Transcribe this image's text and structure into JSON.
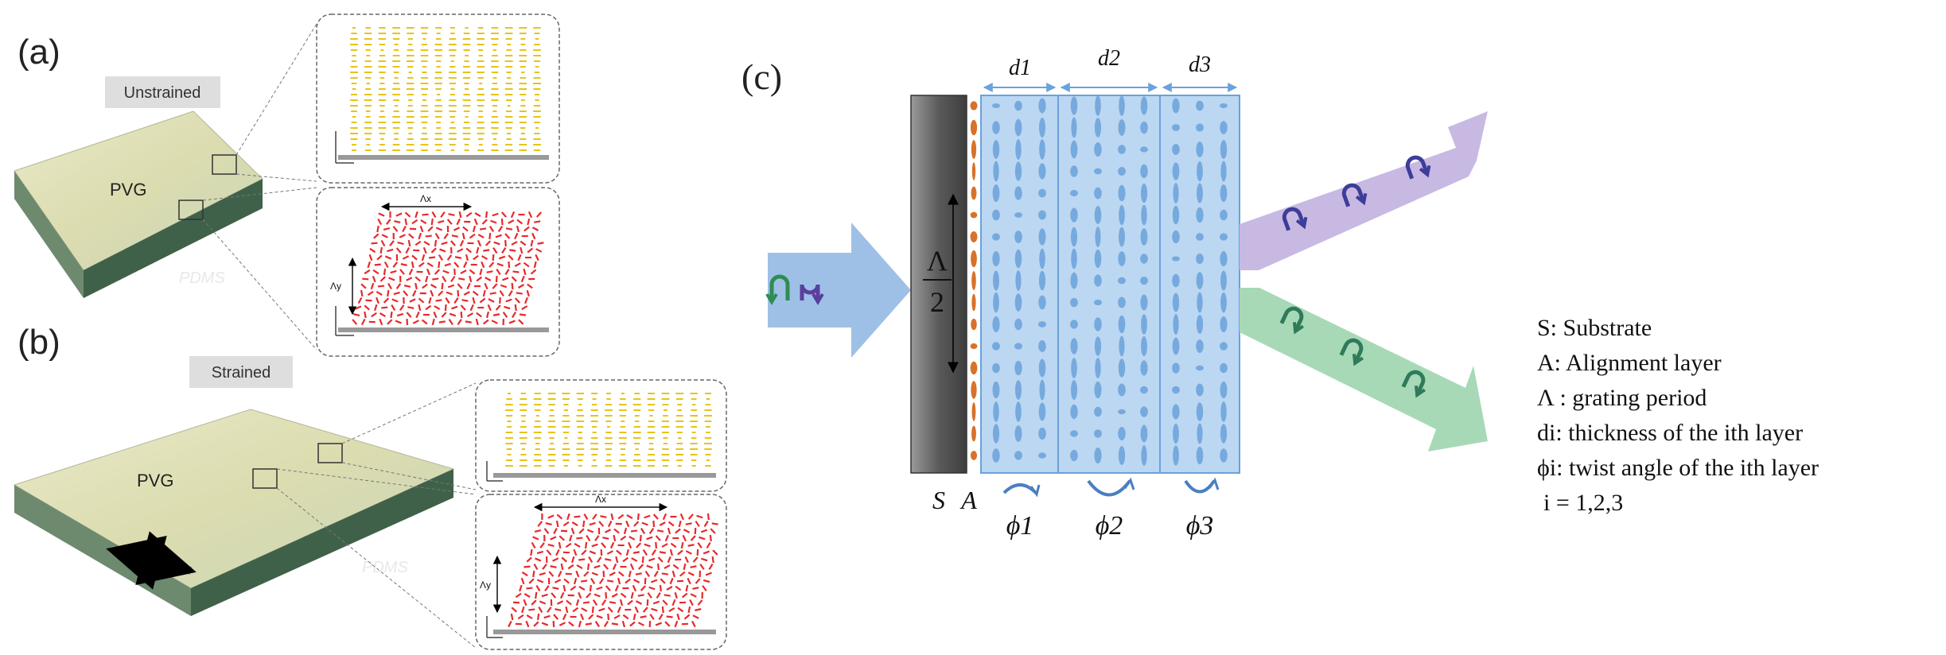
{
  "panel_a": {
    "label": "(a)",
    "badge": "Unstrained",
    "pvg": "PVG",
    "pdms": "PDMS",
    "period_x": "Λx",
    "period_y": "Λy"
  },
  "panel_b": {
    "label": "(b)",
    "badge": "Strained",
    "pvg": "PVG",
    "pdms": "PDMS",
    "period_x": "Λx",
    "period_y": "Λy"
  },
  "panel_c": {
    "label": "(c)",
    "layers": [
      "d1",
      "d2",
      "d3"
    ],
    "twists": [
      "ϕ1",
      "ϕ2",
      "ϕ3"
    ],
    "substrate_label": "S",
    "alignment_label": "A",
    "period_num": "Λ",
    "period_den": "2"
  },
  "legend": [
    "S: Substrate",
    "A: Alignment layer",
    "Λ : grating period",
    "di: thickness of the ith layer",
    "ϕi: twist angle of the ith layer",
    "i = 1,2,3"
  ],
  "colors": {
    "yellow_lc": "#e6c419",
    "red_lc": "#e8282a",
    "slab_top": "#ddddb6",
    "slab_side": "#3f6149",
    "layer_fill": "#bcd7f2",
    "ellipse": "#6aa2db",
    "substrate": "#6c6c6c",
    "alignment": "#d8722a",
    "purple_arrow": "#c8b9e3",
    "green_arrow": "#a7d9b6",
    "blue_arrow": "#9fc0e6"
  }
}
